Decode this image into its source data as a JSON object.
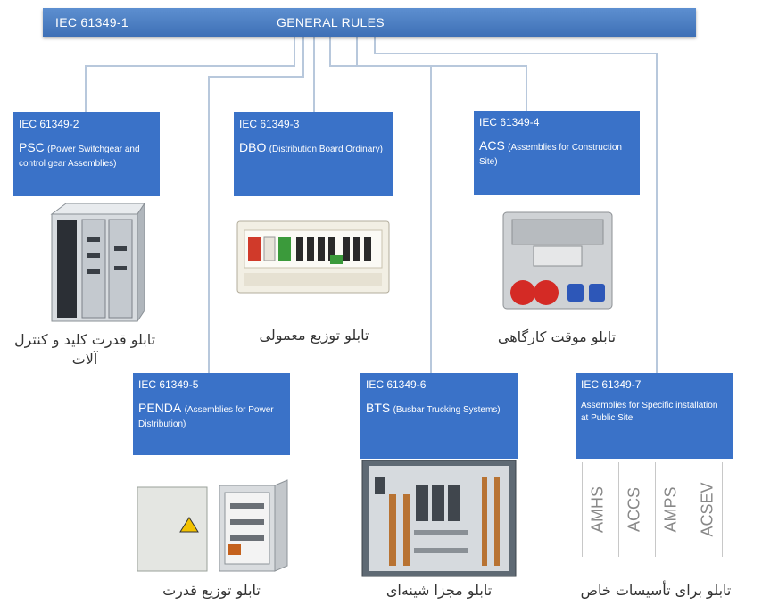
{
  "header": {
    "code": "IEC 61349-1",
    "title": "GENERAL RULES"
  },
  "cards": [
    {
      "id": "psc",
      "code": "IEC 61349-2",
      "name": "PSC",
      "desc": "(Power Switchgear and control gear Assemblies)",
      "label": "تابلو قدرت کلید و کنترل آلات"
    },
    {
      "id": "dbo",
      "code": "IEC 61349-3",
      "name": "DBO",
      "desc": "(Distribution Board Ordinary)",
      "label": "تابلو توزیع معمولی"
    },
    {
      "id": "acs",
      "code": "IEC 61349-4",
      "name": "ACS",
      "desc": "(Assemblies for Construction Site)",
      "label": "تابلو موقت کارگاهی"
    },
    {
      "id": "penda",
      "code": "IEC 61349-5",
      "name": "PENDA",
      "desc": "(Assemblies for Power Distribution)",
      "label": "تابلو توزیع قدرت"
    },
    {
      "id": "bts",
      "code": "IEC 61349-6",
      "name": "BTS",
      "desc": "(Busbar Trucking Systems)",
      "label": "تابلو مجزا شینه‌ای"
    },
    {
      "id": "public",
      "code": "IEC 61349-7",
      "name": "",
      "desc": "Assemblies for Specific installation at Public Site",
      "label": "تابلو برای تأسیسات خاص"
    }
  ],
  "sub_types": [
    "AMHS",
    "ACCS",
    "AMPS",
    "ACSEV"
  ],
  "colors": {
    "header_blue": "#3a72c8",
    "bar_blue": "#4a7fc4",
    "line": "#b8c8dc"
  }
}
